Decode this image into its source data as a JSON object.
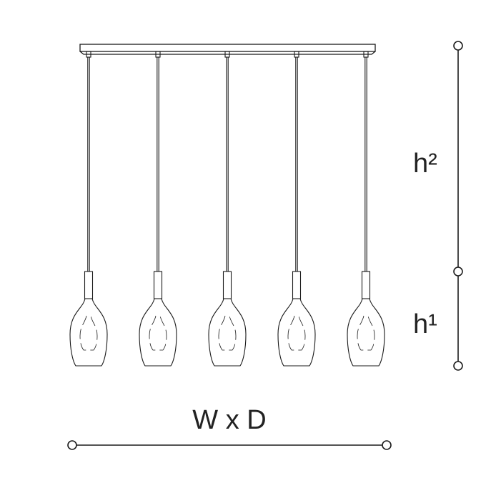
{
  "labels": {
    "width_depth": "W x D",
    "height_total": "h²",
    "height_lamp": "h¹"
  },
  "lamp_count": 5,
  "colors": {
    "stroke": "#1a1a1a",
    "background": "#ffffff"
  }
}
